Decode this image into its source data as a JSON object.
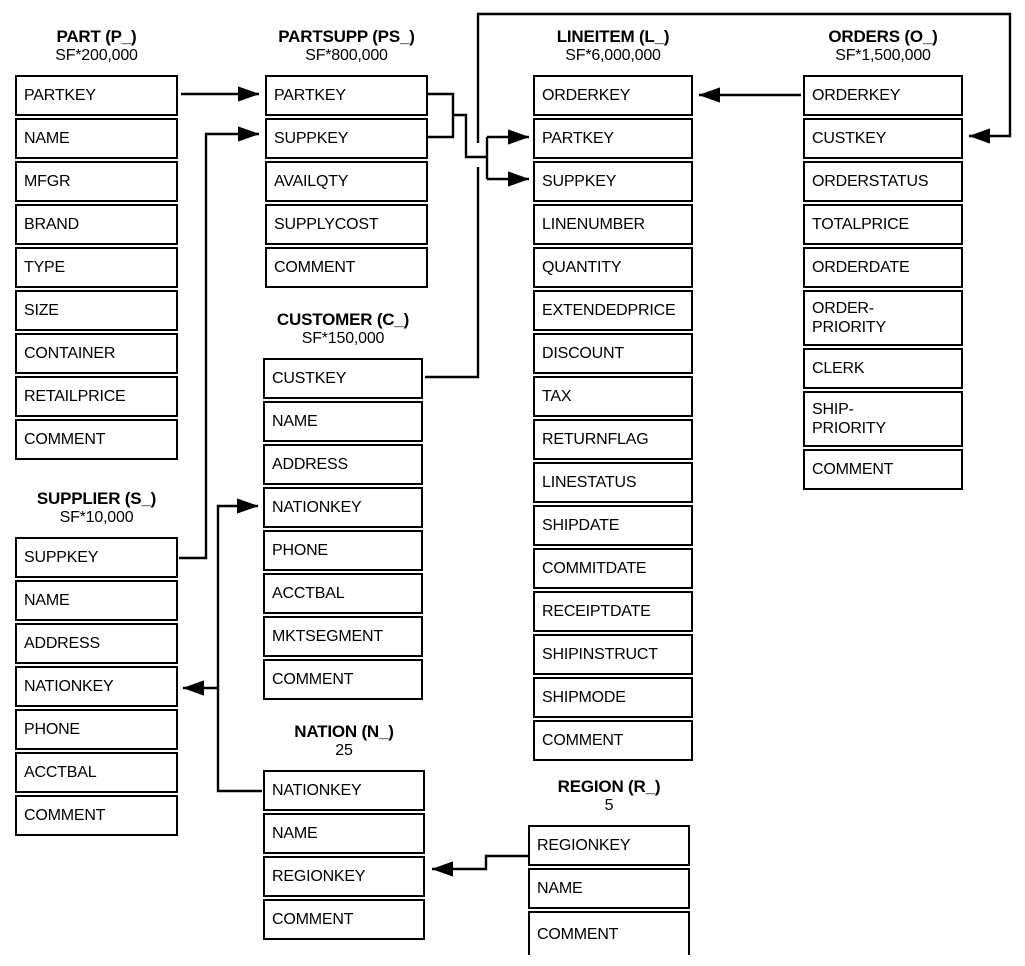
{
  "diagram": {
    "name": "TPC-H schema diagram",
    "colors": {
      "line": "#000000",
      "background": "#ffffff",
      "text": "#000000"
    }
  },
  "tables": [
    {
      "id": "part",
      "title": "PART (P_)",
      "cardinality": "SF*200,000",
      "fields": [
        "PARTKEY",
        "NAME",
        "MFGR",
        "BRAND",
        "TYPE",
        "SIZE",
        "CONTAINER",
        "RETAILPRICE",
        "COMMENT"
      ]
    },
    {
      "id": "partsupp",
      "title": "PARTSUPP (PS_)",
      "cardinality": "SF*800,000",
      "fields": [
        "PARTKEY",
        "SUPPKEY",
        "AVAILQTY",
        "SUPPLYCOST",
        "COMMENT"
      ]
    },
    {
      "id": "lineitem",
      "title": "LINEITEM (L_)",
      "cardinality": "SF*6,000,000",
      "fields": [
        "ORDERKEY",
        "PARTKEY",
        "SUPPKEY",
        "LINENUMBER",
        "QUANTITY",
        "EXTENDEDPRICE",
        "DISCOUNT",
        "TAX",
        "RETURNFLAG",
        "LINESTATUS",
        "SHIPDATE",
        "COMMITDATE",
        "RECEIPTDATE",
        "SHIPINSTRUCT",
        "SHIPMODE",
        "COMMENT"
      ]
    },
    {
      "id": "orders",
      "title": "ORDERS (O_)",
      "cardinality": "SF*1,500,000",
      "fields": [
        "ORDERKEY",
        "CUSTKEY",
        "ORDERSTATUS",
        "TOTALPRICE",
        "ORDERDATE",
        "ORDER-\nPRIORITY",
        "CLERK",
        "SHIP-\nPRIORITY",
        "COMMENT"
      ]
    },
    {
      "id": "customer",
      "title": "CUSTOMER (C_)",
      "cardinality": "SF*150,000",
      "fields": [
        "CUSTKEY",
        "NAME",
        "ADDRESS",
        "NATIONKEY",
        "PHONE",
        "ACCTBAL",
        "MKTSEGMENT",
        "COMMENT"
      ]
    },
    {
      "id": "supplier",
      "title": "SUPPLIER (S_)",
      "cardinality": "SF*10,000",
      "fields": [
        "SUPPKEY",
        "NAME",
        "ADDRESS",
        "NATIONKEY",
        "PHONE",
        "ACCTBAL",
        "COMMENT"
      ]
    },
    {
      "id": "nation",
      "title": "NATION (N_)",
      "cardinality": "25",
      "fields": [
        "NATIONKEY",
        "NAME",
        "REGIONKEY",
        "COMMENT"
      ]
    },
    {
      "id": "region",
      "title": "REGION (R_)",
      "cardinality": "5",
      "fields": [
        "REGIONKEY",
        "NAME",
        "COMMENT"
      ]
    }
  ],
  "relationships": [
    {
      "from": "PART.PARTKEY",
      "to": "PARTSUPP.PARTKEY"
    },
    {
      "from": "SUPPLIER.SUPPKEY",
      "to": "PARTSUPP.SUPPKEY"
    },
    {
      "from": "PARTSUPP.PARTKEY",
      "to": "LINEITEM.PARTKEY"
    },
    {
      "from": "PARTSUPP.SUPPKEY",
      "to": "LINEITEM.SUPPKEY"
    },
    {
      "from": "ORDERS.ORDERKEY",
      "to": "LINEITEM.ORDERKEY"
    },
    {
      "from": "CUSTOMER.CUSTKEY",
      "to": "ORDERS.CUSTKEY"
    },
    {
      "from": "NATION.NATIONKEY",
      "to": "CUSTOMER.NATIONKEY"
    },
    {
      "from": "NATION.NATIONKEY",
      "to": "SUPPLIER.NATIONKEY"
    },
    {
      "from": "REGION.REGIONKEY",
      "to": "NATION.REGIONKEY"
    }
  ]
}
